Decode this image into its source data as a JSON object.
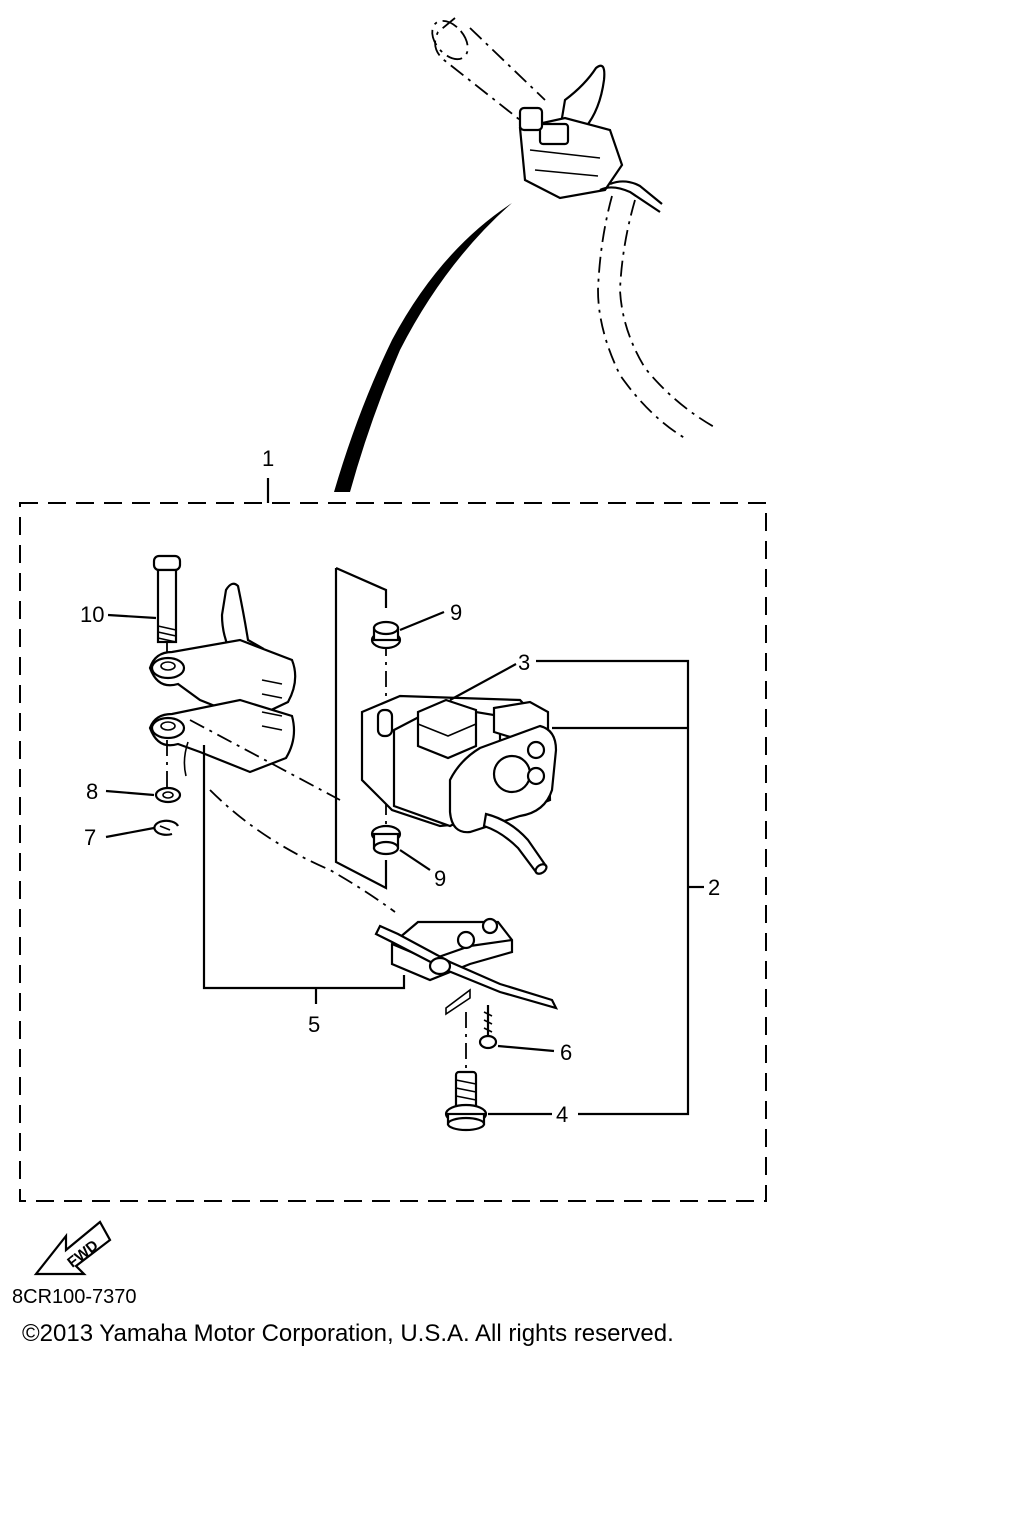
{
  "diagram": {
    "callouts": {
      "c1": "1",
      "c2": "2",
      "c3": "3",
      "c4": "4",
      "c5": "5",
      "c6": "6",
      "c7": "7",
      "c8": "8",
      "c9a": "9",
      "c9b": "9",
      "c10": "10"
    },
    "direction_label": "FWD"
  },
  "footer": {
    "part_code": "8CR100-7370",
    "copyright": "©2013 Yamaha Motor Corporation, U.S.A. All rights reserved."
  }
}
